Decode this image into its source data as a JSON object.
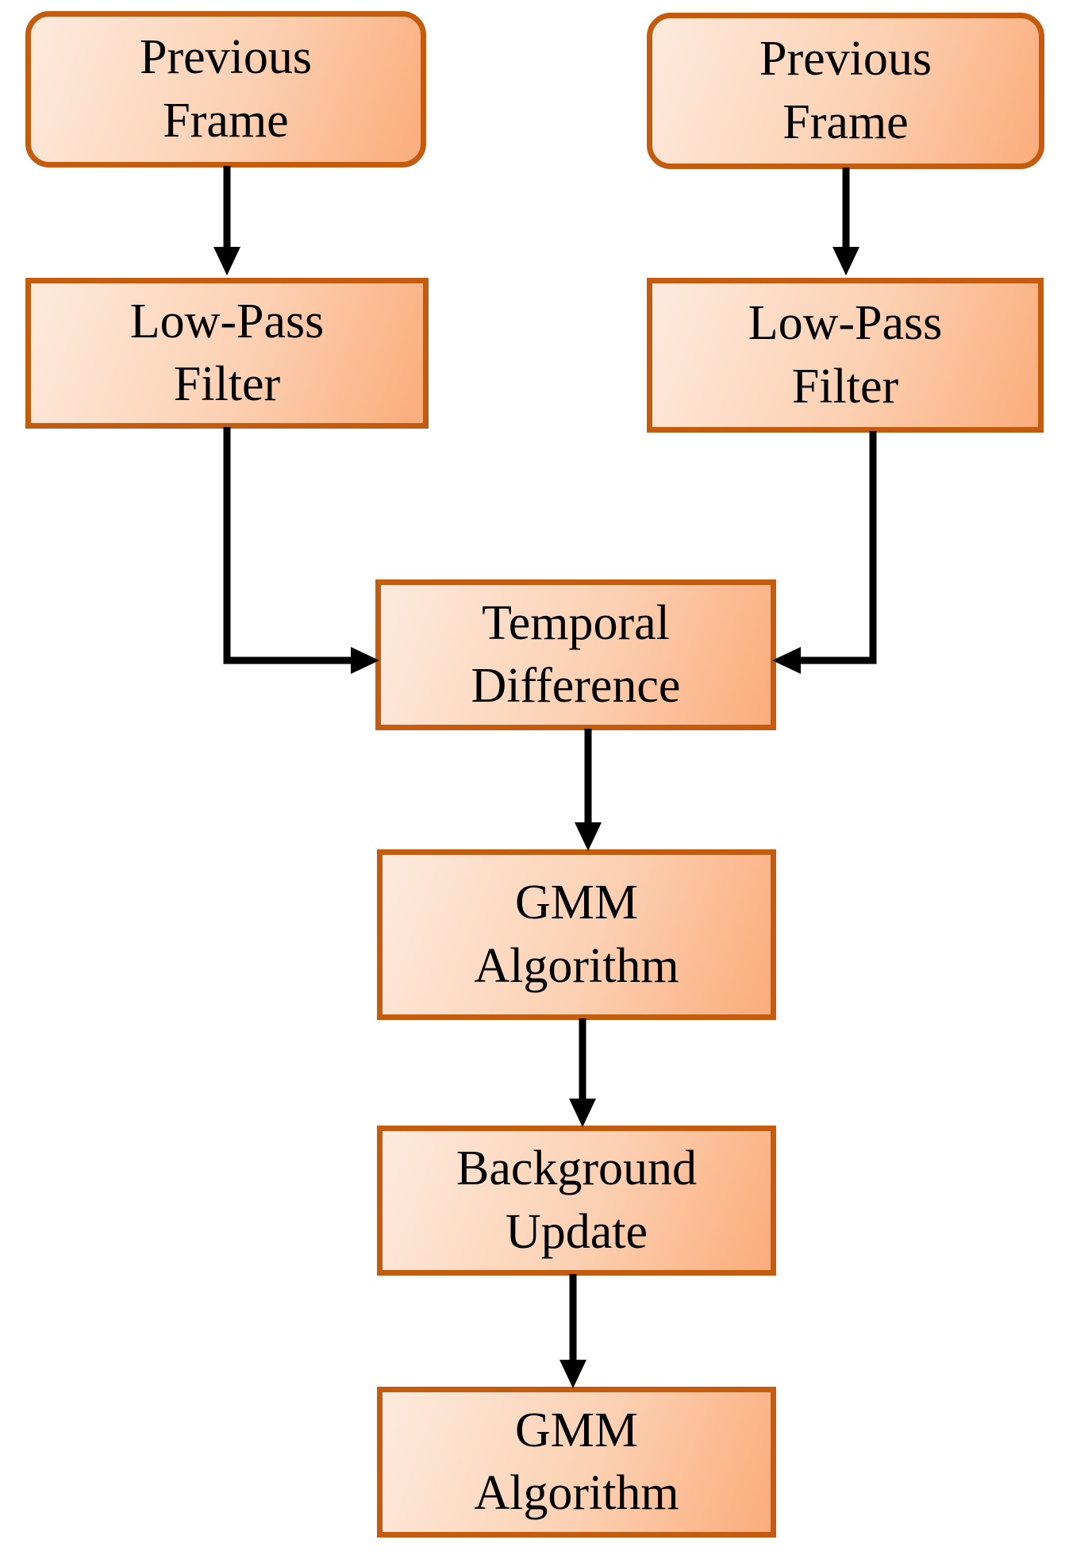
{
  "diagram": {
    "type": "flowchart",
    "background": "#ffffff",
    "nodes": [
      {
        "id": "previous-frame-left",
        "label": "Previous Frame",
        "lines": [
          "Previous",
          "Frame"
        ],
        "shape": "rounded-rectangle"
      },
      {
        "id": "previous-frame-right",
        "label": "Previous Frame",
        "lines": [
          "Previous",
          "Frame"
        ],
        "shape": "rounded-rectangle"
      },
      {
        "id": "low-pass-filter-left",
        "label": "Low-Pass Filter",
        "lines": [
          "Low-Pass",
          "Filter"
        ],
        "shape": "rectangle"
      },
      {
        "id": "low-pass-filter-right",
        "label": "Low-Pass Filter",
        "lines": [
          "Low-Pass",
          "Filter"
        ],
        "shape": "rectangle"
      },
      {
        "id": "temporal-difference",
        "label": "Temporal Difference",
        "lines": [
          "Temporal",
          "Difference"
        ],
        "shape": "rectangle"
      },
      {
        "id": "gmm-algorithm-top",
        "label": "GMM Algorithm",
        "lines": [
          "GMM",
          "Algorithm"
        ],
        "shape": "rectangle"
      },
      {
        "id": "background-update",
        "label": "Background Update",
        "lines": [
          "Background",
          "Update"
        ],
        "shape": "rectangle"
      },
      {
        "id": "gmm-algorithm-bottom",
        "label": "GMM Algorithm",
        "lines": [
          "GMM",
          "Algorithm"
        ],
        "shape": "rectangle"
      }
    ],
    "edges": [
      {
        "from": "previous-frame-left",
        "to": "low-pass-filter-left",
        "style": "straight-down"
      },
      {
        "from": "previous-frame-right",
        "to": "low-pass-filter-right",
        "style": "straight-down"
      },
      {
        "from": "low-pass-filter-left",
        "to": "temporal-difference",
        "style": "elbow-down-right"
      },
      {
        "from": "low-pass-filter-right",
        "to": "temporal-difference",
        "style": "elbow-down-left"
      },
      {
        "from": "temporal-difference",
        "to": "gmm-algorithm-top",
        "style": "straight-down"
      },
      {
        "from": "gmm-algorithm-top",
        "to": "background-update",
        "style": "straight-down"
      },
      {
        "from": "background-update",
        "to": "gmm-algorithm-bottom",
        "style": "straight-down"
      }
    ],
    "theme": {
      "node_border_color": "#c45c10",
      "node_fill_light": "#fdeadd",
      "node_fill_dark": "#fbac7b",
      "arrow_color": "#000000",
      "text_color": "#000000",
      "background": "#ffffff"
    }
  }
}
